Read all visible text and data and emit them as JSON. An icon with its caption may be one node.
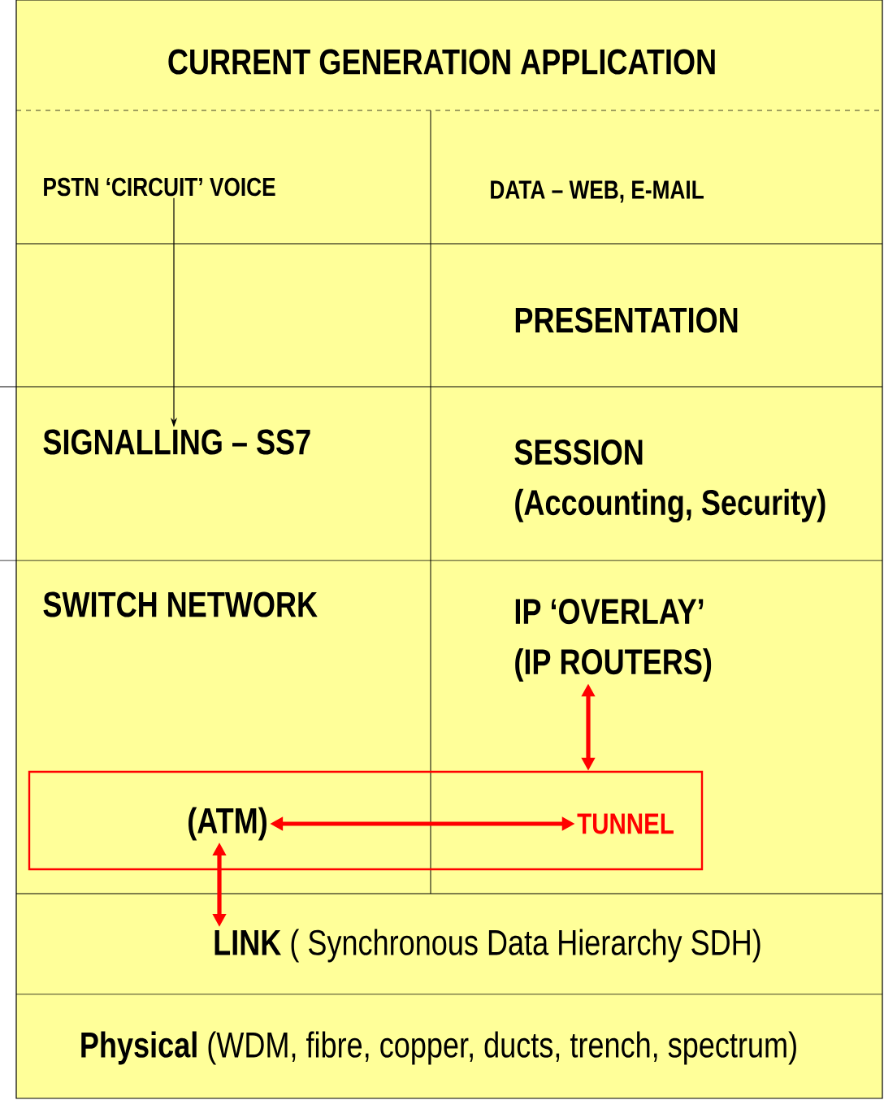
{
  "diagram": {
    "nodes": [
      {
        "text": [
          "CURRENT GENERATION APPLICATION"
        ]
      },
      {
        "text": [
          "PSTN ‘CIRCUIT’ VOICE"
        ]
      },
      {
        "text": [
          "DATA – WEB, E-MAIL"
        ]
      },
      {
        "text": [
          "PRESENTATION"
        ]
      },
      {
        "text": [
          "SIGNALLING – SS7"
        ]
      },
      {
        "text": [
          "SESSION",
          "(Accounting, Security)"
        ]
      },
      {
        "text": [
          "SWITCH NETWORK"
        ]
      },
      {
        "text": [
          "IP ‘OVERLAY’",
          "(IP ROUTERS)"
        ]
      },
      {
        "text": [],
        "shape": "box"
      },
      {
        "text": [
          "(ATM)"
        ],
        "in": 8
      },
      {
        "text": [
          "TUNNEL"
        ],
        "in": 8
      },
      {
        "text": [
          "**LINK** ( Synchronous Data Hierarchy SDH)"
        ]
      },
      {
        "text": [
          "**Physical** (WDM, fibre, copper, ducts, trench, spectrum)"
        ]
      }
    ],
    "edges": [
      {
        "from": 1,
        "to": 4,
        "arrow": "to",
        "color": "#000000"
      },
      {
        "from": 9,
        "to": 10,
        "arrow": "both"
      },
      {
        "from": 7,
        "to": 8,
        "arrow": "both"
      },
      {
        "from": 9,
        "to": 11,
        "arrow": "both"
      }
    ]
  }
}
